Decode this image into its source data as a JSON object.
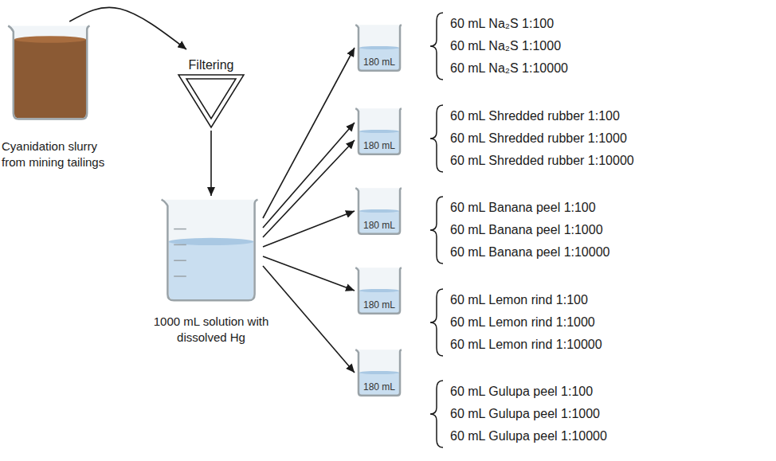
{
  "diagram": {
    "nodes": [
      {
        "text": [
          "Cyanidation slurry from mining tailings"
        ]
      },
      {
        "text": [
          "Filtering"
        ]
      },
      {
        "text": [
          "1000 mL solution with dissolved Hg"
        ]
      },
      {
        "text": [
          "180 mL"
        ]
      },
      {
        "text": [
          "180 mL"
        ]
      },
      {
        "text": [
          "180 mL"
        ]
      },
      {
        "text": [
          "180 mL"
        ]
      },
      {
        "text": [
          "180 mL"
        ]
      }
    ],
    "edges": [
      {
        "from": 0,
        "to": 1,
        "arrow": "to"
      },
      {
        "from": 1,
        "to": 2,
        "arrow": "to"
      },
      {
        "from": 2,
        "to": 3,
        "arrow": "to"
      },
      {
        "from": 2,
        "to": 4,
        "arrow": "to"
      },
      {
        "from": 2,
        "to": 4,
        "arrow": "to"
      },
      {
        "from": 2,
        "to": 5,
        "arrow": "to"
      },
      {
        "from": 2,
        "to": 6,
        "arrow": "to"
      },
      {
        "from": 2,
        "to": 7,
        "arrow": "to"
      }
    ],
    "labels": [
      "60 mL Na₂S 1:100",
      "60 mL Na₂S 1:1000",
      "60 mL Na₂S 1:10000",
      "60 mL Shredded rubber 1:100",
      "60 mL Shredded rubber 1:1000",
      "60 mL Shredded rubber 1:10000",
      "60 mL Banana peel 1:100",
      "60 mL Banana peel 1:1000",
      "60 mL Banana peel 1:10000",
      "60 mL Lemon rind 1:100",
      "60 mL Lemon rind 1:1000",
      "60 mL Lemon rind 1:10000",
      "60 mL Gulupa peel 1:100",
      "60 mL Gulupa peel 1:1000",
      "60 mL Gulupa peel 1:10000"
    ]
  }
}
